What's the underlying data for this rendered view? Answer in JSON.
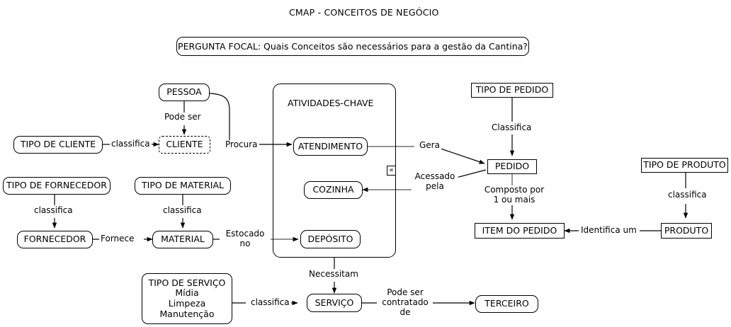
{
  "title": "CMAP  - CONCEITOS DE NEGÓCIO",
  "focal_question": "PERGUNTA FOCAL: Quais Conceitos são necessários para a gestão da Cantina?",
  "group": {
    "label": "ATIVIDADES-CHAVE",
    "marker_icon": "double-left-chevron-icon",
    "marker_glyph": "«"
  },
  "nodes": [
    {
      "id": "tipo-de-cliente",
      "label": "TIPO DE CLIENTE",
      "shape": "rounded"
    },
    {
      "id": "cliente",
      "label": "CLIENTE",
      "shape": "dashed"
    },
    {
      "id": "pessoa",
      "label": "PESSOA",
      "shape": "rounded"
    },
    {
      "id": "atendimento",
      "label": "ATENDIMENTO",
      "shape": "rounded"
    },
    {
      "id": "cozinha",
      "label": "COZINHA",
      "shape": "rounded"
    },
    {
      "id": "deposito",
      "label": "DEPÓSITO",
      "shape": "rounded"
    },
    {
      "id": "tipo-de-fornecedor",
      "label": "TIPO DE FORNECEDOR",
      "shape": "rounded"
    },
    {
      "id": "fornecedor",
      "label": "FORNECEDOR",
      "shape": "rounded"
    },
    {
      "id": "tipo-de-material",
      "label": "TIPO DE MATERIAL",
      "shape": "rounded"
    },
    {
      "id": "material",
      "label": "MATERIAL",
      "shape": "rounded"
    },
    {
      "id": "tipo-de-pedido",
      "label": "TIPO DE PEDIDO",
      "shape": "rect"
    },
    {
      "id": "pedido",
      "label": "PEDIDO",
      "shape": "rect"
    },
    {
      "id": "item-do-pedido",
      "label": "ITEM DO PEDIDO",
      "shape": "rect"
    },
    {
      "id": "tipo-de-produto",
      "label": "TIPO DE PRODUTO",
      "shape": "rect"
    },
    {
      "id": "produto",
      "label": "PRODUTO",
      "shape": "rect"
    },
    {
      "id": "servico",
      "label": "SERVIÇO",
      "shape": "rounded"
    },
    {
      "id": "terceiro",
      "label": "TERCEIRO",
      "shape": "rounded"
    }
  ],
  "tipo_de_servico": {
    "title": "TIPO DE SERVIÇO",
    "items": [
      "Mídia",
      "Limpeza",
      "Manutenção"
    ]
  },
  "edge_labels": {
    "classifica_cliente": "classifica",
    "pode_ser": "Pode ser",
    "procura": "Procura",
    "gera": "Gera",
    "acessado_pela_l1": "Acessado",
    "acessado_pela_l2": "pela",
    "classifica_fornecedor": "classifica",
    "fornece": "Fornece",
    "classifica_material": "classifica",
    "estocado_l1": "Estocado",
    "estocado_l2": "no",
    "classifica_pedido": "Classifica",
    "composto_l1": "Composto por",
    "composto_l2": "1 ou mais",
    "identifica_um": "Identifica um",
    "classifica_produto": "classifica",
    "necessitam": "Necessitam",
    "classifica_servico": "classifica",
    "pode_ser_contratado_l1": "Pode ser",
    "pode_ser_contratado_l2": "contratado",
    "pode_ser_contratado_l3": "de"
  }
}
